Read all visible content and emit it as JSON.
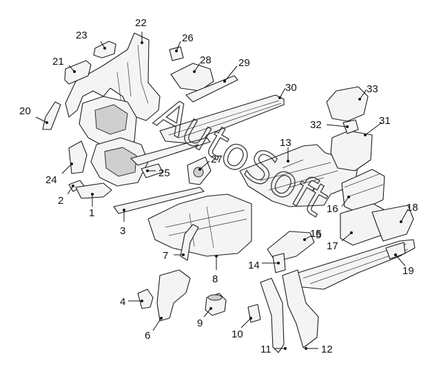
{
  "watermark": "AutoSoft",
  "callouts": {
    "c1": "1",
    "c2": "2",
    "c3": "3",
    "c4": "4",
    "c5": "5",
    "c6": "6",
    "c7": "7",
    "c8": "8",
    "c9": "9",
    "c10": "10",
    "c11": "11",
    "c12": "12",
    "c13": "13",
    "c14": "14",
    "c15": "15",
    "c16": "16",
    "c17": "17",
    "c18": "18",
    "c19": "19",
    "c20": "20",
    "c21": "21",
    "c22": "22",
    "c23": "23",
    "c24": "24",
    "c25": "25",
    "c26": "26",
    "c27": "27",
    "c28": "28",
    "c29": "29",
    "c30": "30",
    "c31": "31",
    "c32": "32",
    "c33": "33"
  },
  "colors": {
    "line": "#1a1a1a",
    "fill": "#f4f4f4",
    "shade": "#cfcfcf"
  }
}
